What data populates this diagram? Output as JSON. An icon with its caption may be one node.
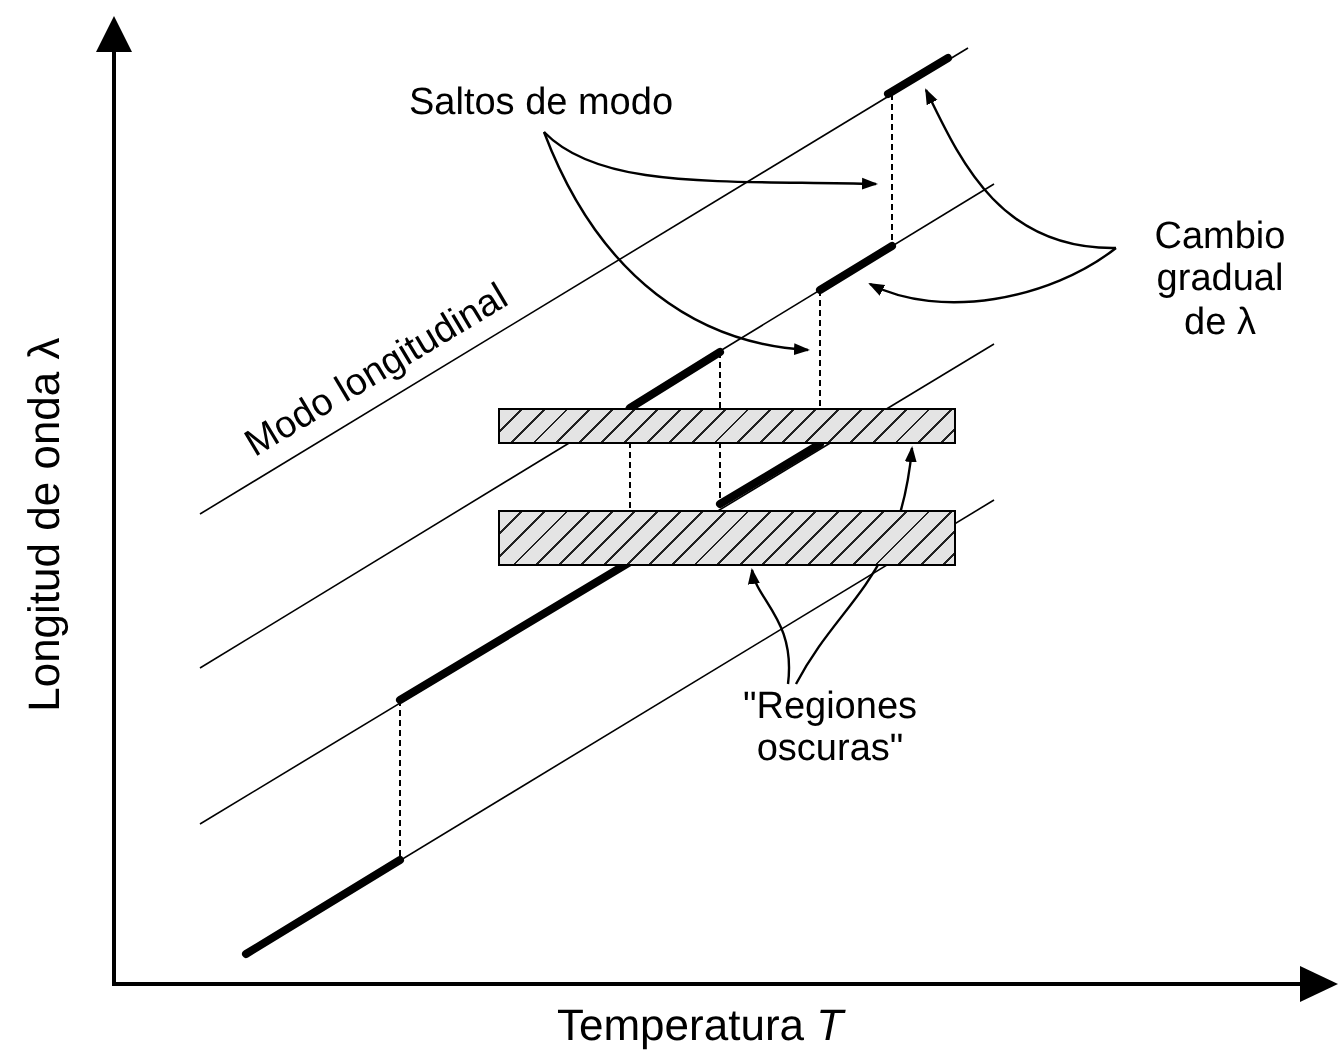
{
  "diagram": {
    "nodes": [
      {
        "text": [
          "Saltos de modo"
        ]
      },
      {
        "text": [
          "Cambio gradual de λ"
        ]
      },
      {
        "text": [],
        "shape": "bar"
      },
      {
        "text": [],
        "shape": "bar"
      },
      {
        "text": [
          "\"Regiones oscuras\""
        ]
      }
    ],
    "edges": [
      {
        "from": 0,
        "to": null,
        "arrow": "to"
      },
      {
        "from": 0,
        "to": null,
        "arrow": "to"
      },
      {
        "from": 1,
        "to": null,
        "arrow": "to"
      },
      {
        "from": 1,
        "to": null,
        "arrow": "to"
      },
      {
        "from": 4,
        "to": 2,
        "arrow": "to"
      },
      {
        "from": 4,
        "to": 3,
        "arrow": "to"
      }
    ],
    "labels": [
      "Modo longitudinal",
      "Longitud de onda λ",
      "Temperatura *T*"
    ]
  }
}
